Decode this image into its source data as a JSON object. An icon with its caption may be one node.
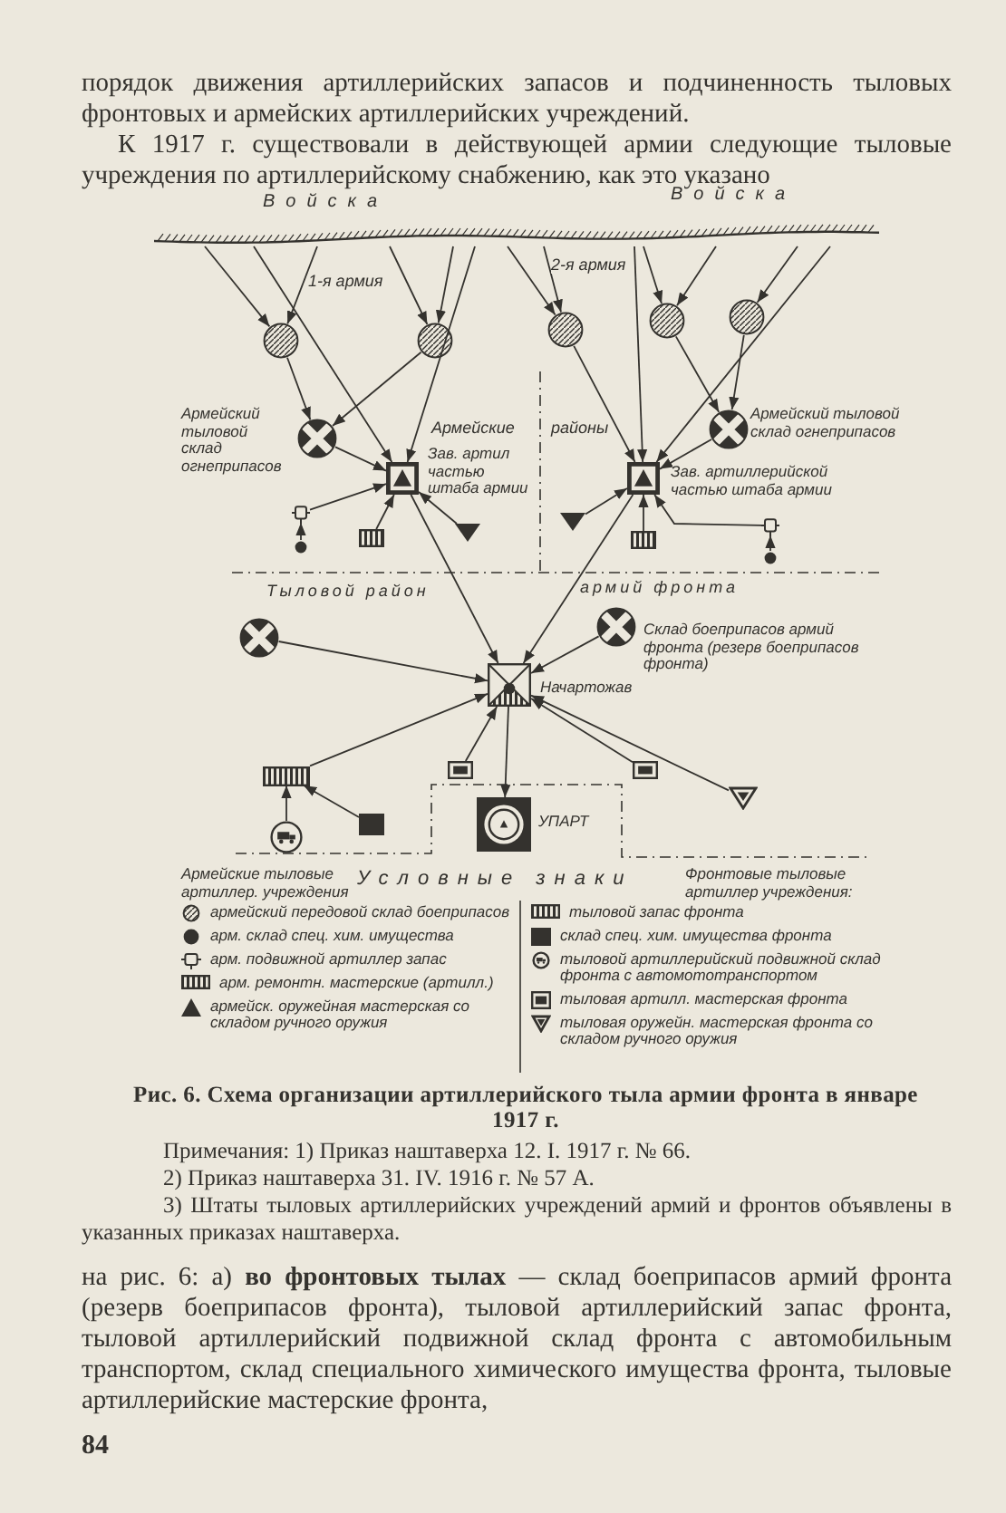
{
  "diagram": {
    "caption": "Рис. 6. Схема организации артиллерийского тыла армии фронта в январе 1917 г.",
    "nodes": [
      {
        "text": [
          "Войска",
          "Войска"
        ]
      },
      {
        "text": [],
        "shape": "circle"
      },
      {
        "text": [],
        "shape": "circle"
      },
      {
        "text": [],
        "shape": "circle"
      },
      {
        "text": [],
        "shape": "circle"
      },
      {
        "text": [],
        "shape": "circle"
      },
      {
        "text": [],
        "shape": "circle",
        "beside": [
          "Армейский тыловой склад огнеприпасов"
        ]
      },
      {
        "text": [],
        "shape": "circle",
        "beside": [
          "Армейский тыловой склад огнеприпасов"
        ]
      },
      {
        "text": [],
        "shape": "box",
        "beside": [
          "Зав. артил частью штаба армии"
        ]
      },
      {
        "text": [],
        "shape": "box",
        "beside": [
          "Зав. артиллерийской частью штаба армии"
        ]
      },
      {
        "text": [],
        "shape": "picture"
      },
      {
        "text": [],
        "shape": "circle"
      },
      {
        "text": [],
        "shape": "box"
      },
      {
        "text": [],
        "shape": "triangle"
      },
      {
        "text": [],
        "shape": "triangle"
      },
      {
        "text": [],
        "shape": "box"
      },
      {
        "text": [],
        "shape": "picture"
      },
      {
        "text": [],
        "shape": "circle"
      },
      {
        "text": [],
        "shape": "circle"
      },
      {
        "text": [],
        "shape": "circle",
        "beside": [
          "Склад боеприпасов армий фронта (резерв боеприпасов фронта)"
        ]
      },
      {
        "text": [],
        "shape": "box",
        "beside": [
          "Начартожав"
        ]
      },
      {
        "text": [],
        "shape": "box"
      },
      {
        "text": [],
        "shape": "box"
      },
      {
        "text": [],
        "shape": "box",
        "beside": [
          "УПАРТ"
        ]
      },
      {
        "text": [],
        "shape": "box"
      },
      {
        "text": [],
        "shape": "triangle"
      },
      {
        "text": [],
        "shape": "circle"
      },
      {
        "text": [],
        "shape": "box"
      }
    ],
    "edges": [
      {
        "from": 0,
        "to": 1,
        "arrow": "to"
      },
      {
        "from": 0,
        "to": 1,
        "arrow": "to"
      },
      {
        "from": 0,
        "to": 2,
        "arrow": "to"
      },
      {
        "from": 0,
        "to": 2,
        "arrow": "to"
      },
      {
        "from": 0,
        "to": 8,
        "arrow": "to"
      },
      {
        "from": 0,
        "to": 8,
        "arrow": "to"
      },
      {
        "from": 1,
        "to": 6,
        "arrow": "to"
      },
      {
        "from": 2,
        "to": 6,
        "arrow": "to"
      },
      {
        "from": 6,
        "to": 8,
        "arrow": "to"
      },
      {
        "from": 0,
        "to": 3,
        "arrow": "to"
      },
      {
        "from": 0,
        "to": 3,
        "arrow": "to"
      },
      {
        "from": 0,
        "to": 4,
        "arrow": "to"
      },
      {
        "from": 0,
        "to": 4,
        "arrow": "to"
      },
      {
        "from": 0,
        "to": 5,
        "arrow": "to"
      },
      {
        "from": 0,
        "to": 9,
        "arrow": "to"
      },
      {
        "from": 0,
        "to": 9,
        "arrow": "to"
      },
      {
        "from": 3,
        "to": 9,
        "arrow": "to"
      },
      {
        "from": 4,
        "to": 7,
        "arrow": "to"
      },
      {
        "from": 5,
        "to": 7,
        "arrow": "to"
      },
      {
        "from": 7,
        "to": 9,
        "arrow": "to"
      },
      {
        "from": 10,
        "to": 8,
        "arrow": "to"
      },
      {
        "from": 11,
        "to": 10,
        "arrow": "to"
      },
      {
        "from": 12,
        "to": 8,
        "arrow": "to"
      },
      {
        "from": 13,
        "to": 8,
        "arrow": "to"
      },
      {
        "from": 14,
        "to": 9,
        "arrow": "to"
      },
      {
        "from": 15,
        "to": 9,
        "arrow": "to"
      },
      {
        "from": 16,
        "to": 9,
        "arrow": "to"
      },
      {
        "from": 17,
        "to": 16,
        "arrow": "to"
      },
      {
        "from": 8,
        "to": 20,
        "arrow": "to"
      },
      {
        "from": 9,
        "to": 20,
        "arrow": "to"
      },
      {
        "from": 18,
        "to": 20,
        "arrow": "to"
      },
      {
        "from": 19,
        "to": 20,
        "arrow": "to"
      },
      {
        "from": 20,
        "to": 23,
        "arrow": "to"
      },
      {
        "from": 21,
        "to": 20,
        "arrow": "to"
      },
      {
        "from": 22,
        "to": 20,
        "arrow": "to"
      },
      {
        "from": 24,
        "to": 20,
        "arrow": "to"
      },
      {
        "from": 25,
        "to": 20,
        "arrow": "to"
      },
      {
        "from": 26,
        "to": 21,
        "arrow": "to"
      },
      {
        "from": 27,
        "to": 21,
        "arrow": "to"
      }
    ],
    "labels": [
      "порядок движения артиллерийских запасов и подчиненность тыловых фронтовых и армейских артиллерийских учреждений.",
      "К 1917 г. существовали в действующей армии следующие тыловые учреждения по артиллерийскому снабжению, как это указано",
      "1-я армия",
      "2-я армия",
      "Армейские",
      "районы",
      "Тыловой район",
      "армий фронта",
      "Условные знаки",
      "Армейские тыловые артиллер. учреждения",
      "Фронтовые тыловые артиллер учреждения:",
      "Примечания: 1) Приказ наштаверха 12. I. 1917 г. № 66.",
      "2) Приказ наштаверха 31. IV. 1916 г. № 57 А.",
      "3) Штаты тыловых артиллерийских учреждений армий и фронтов объявлены в указанных приказах наштаверха.",
      "на рис. 6: а) **во фронтовых тылах** — склад боеприпасов армий фронта (резерв боеприпасов фронта), тыловой артиллерийский запас фронта, тыловой артиллерийский подвижной склад фронта с автомобильным транспортом, склад специального химического имущества фронта, тыловые артиллерийские мастерские фронта,",
      "84"
    ],
    "legend": [
      {
        "text": "армейский передовой склад боеприпасов"
      },
      {
        "text": "арм. склад спец. хим. имущества"
      },
      {
        "text": "арм. подвижной артиллер запас"
      },
      {
        "text": "арм. ремонтн. мастерские (артилл.)"
      },
      {
        "text": "армейск. оружейная мастерская со складом ручного оружия"
      },
      {
        "text": "тыловой запас фронта"
      },
      {
        "text": "склад спец. хим. имущества фронта"
      },
      {
        "text": "тыловой артиллерийский подвижной склад фронта с автомототранспортом"
      },
      {
        "text": "тыловая артилл. мастерская фронта"
      },
      {
        "text": "тыловая оружейн. мастерская фронта со складом ручного оружия"
      }
    ]
  }
}
